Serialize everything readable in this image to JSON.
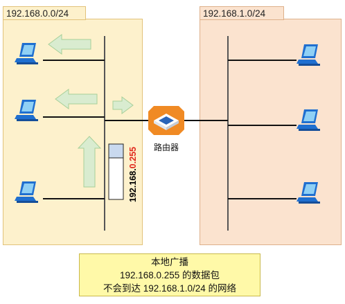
{
  "networks": {
    "left": {
      "label": "192.168.0.0/24"
    },
    "right": {
      "label": "192.168.1.0/24"
    }
  },
  "router": {
    "label": "路由器",
    "icon": "router-icon"
  },
  "packet": {
    "address_prefix": "192.168.",
    "address_highlight": "0.255",
    "highlight_color": "#e0261b"
  },
  "caption": {
    "line1": "本地广播",
    "line2": "192.168.0.255 的数据包",
    "line3": "不会到达 192.168.1.0/24 的网络"
  },
  "colors": {
    "left_network_bg": "#fdf1cc",
    "right_network_bg": "#fbe3cf",
    "arrow_fill": "#d9ecd0",
    "router_orange": "#f08a24",
    "computer_blue": "#1f6fd0",
    "caption_bg": "#fff9a8"
  },
  "icons": [
    "computer-icon",
    "router-icon",
    "arrow-left-icon",
    "arrow-right-icon",
    "arrow-up-icon"
  ]
}
